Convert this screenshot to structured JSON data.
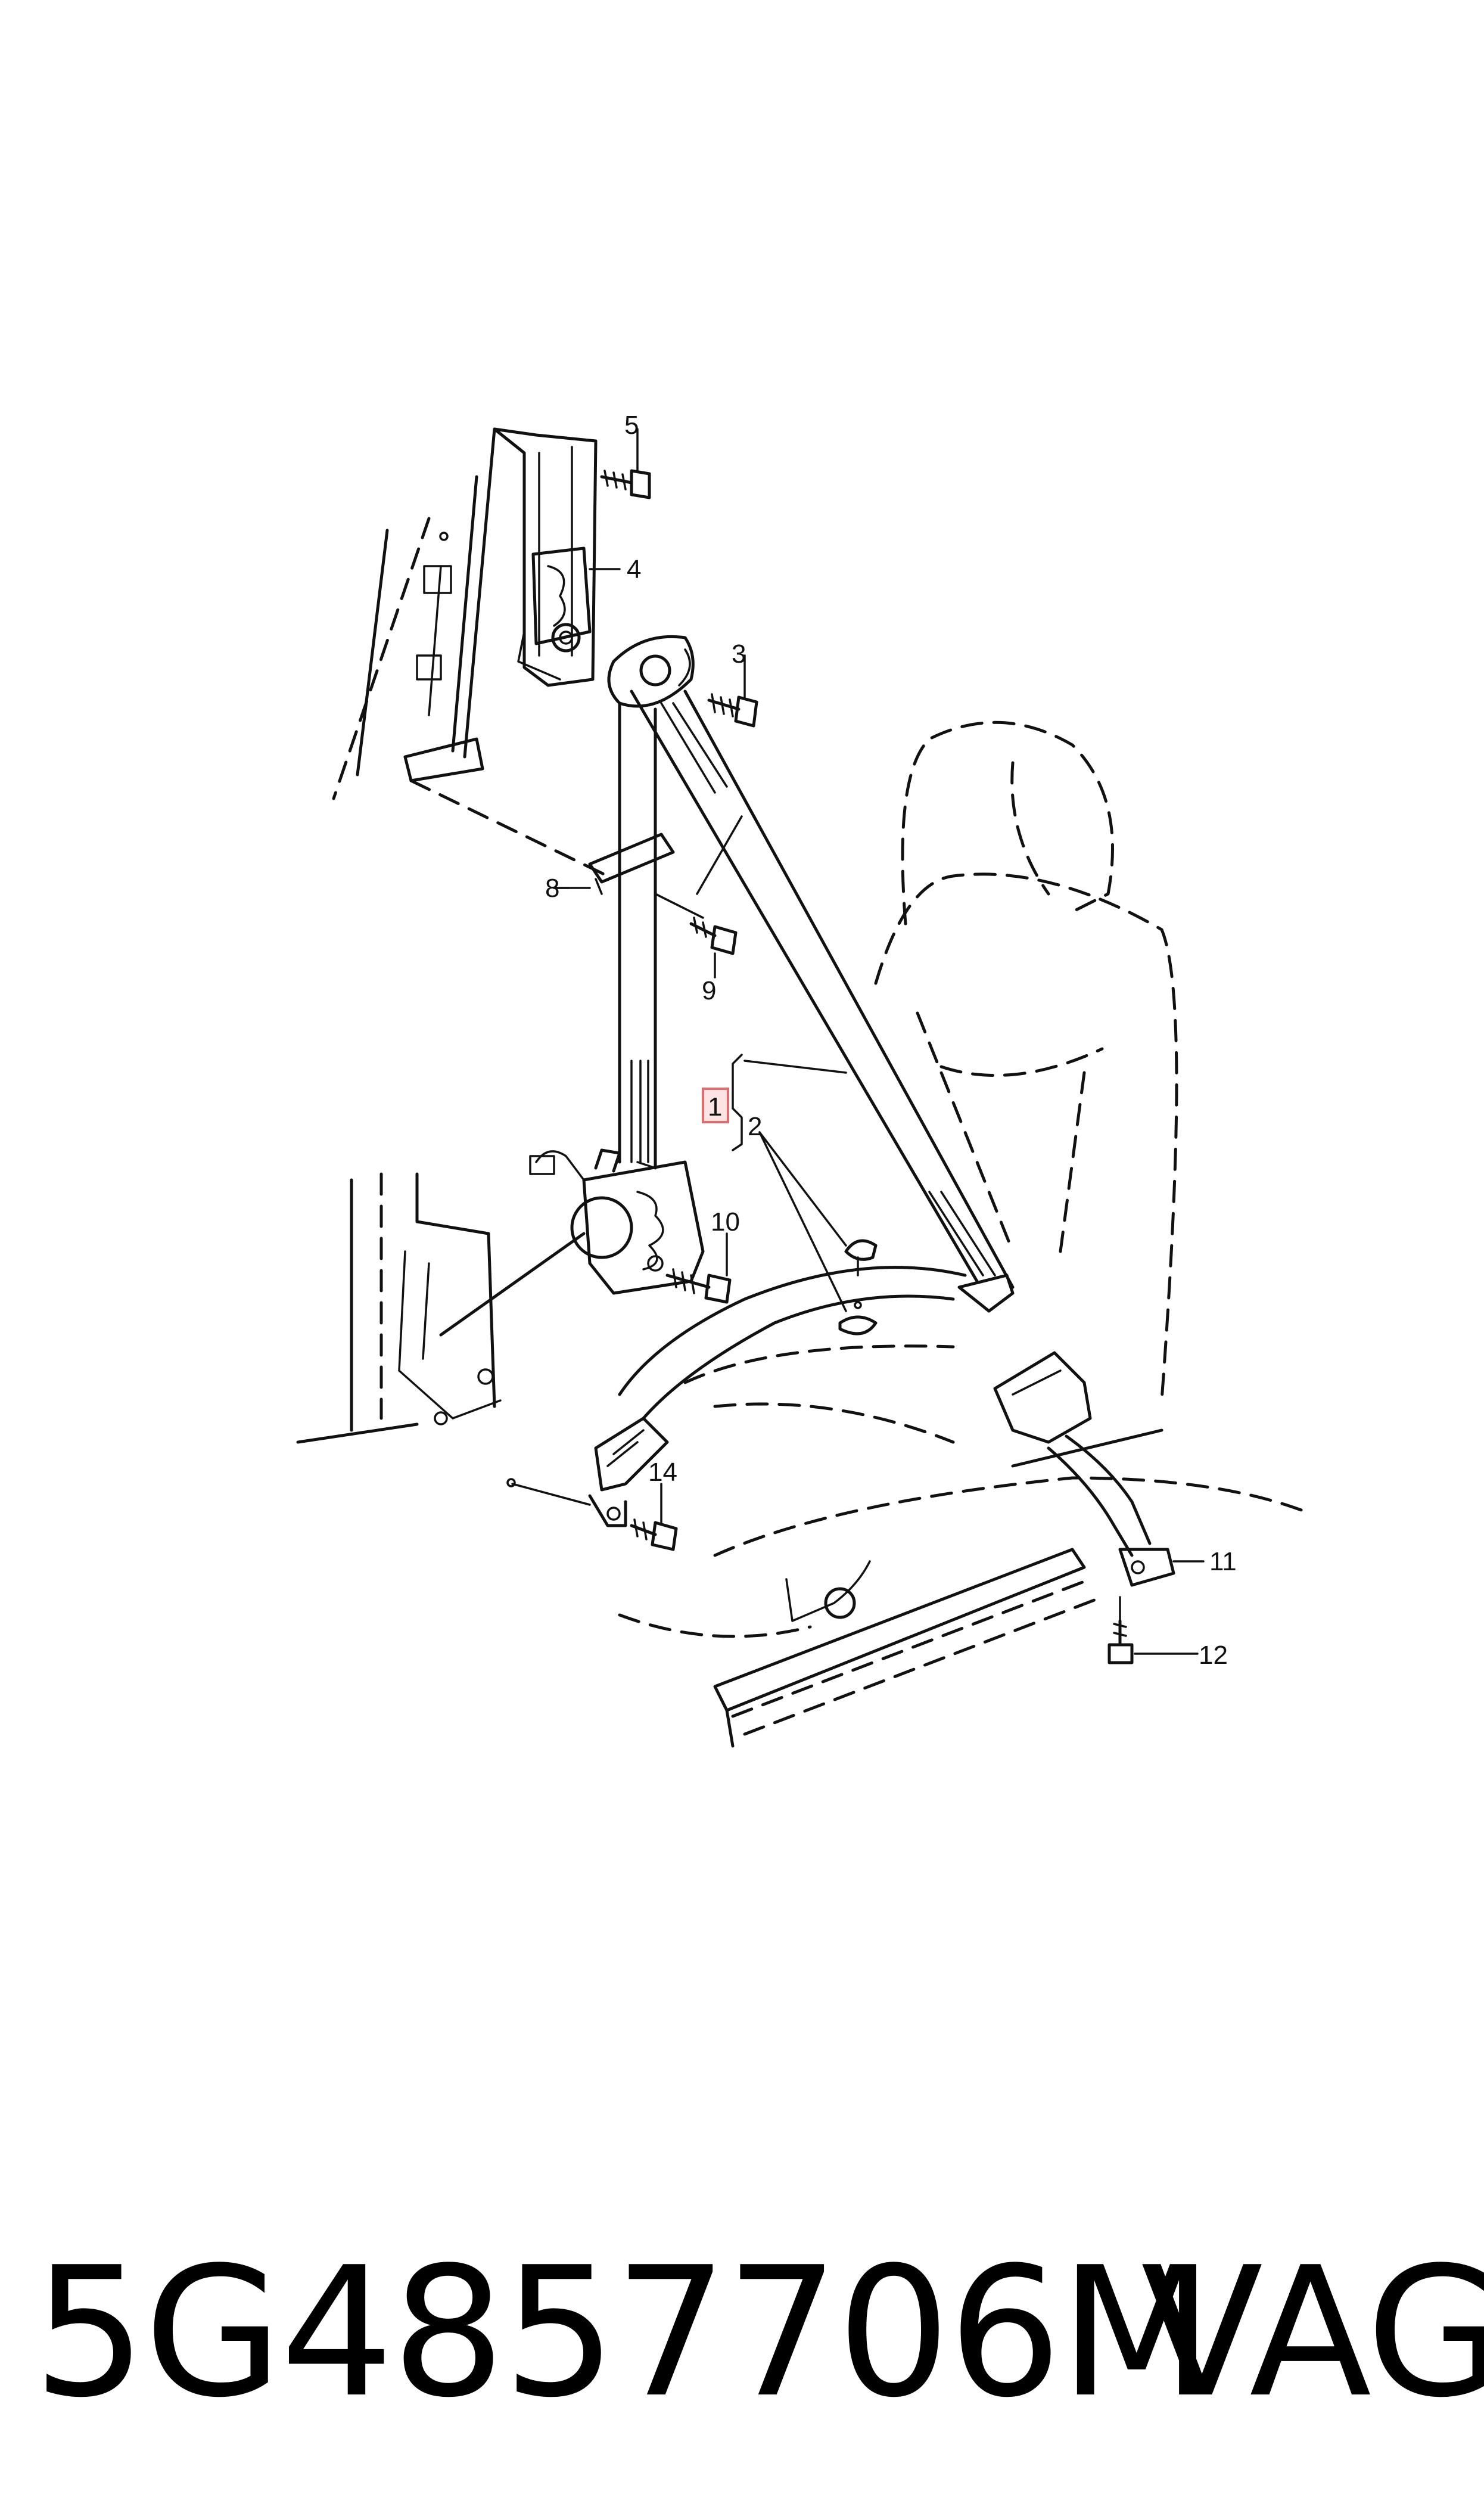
{
  "diagram": {
    "callouts": [
      "1",
      "2",
      "3",
      "4",
      "5",
      "8",
      "9",
      "10",
      "11",
      "12",
      "14"
    ],
    "highlight_callout": "1",
    "highlight_color": "#e36b6b"
  },
  "footer": {
    "part_number": "5G4857706M",
    "brand": "VAG"
  }
}
